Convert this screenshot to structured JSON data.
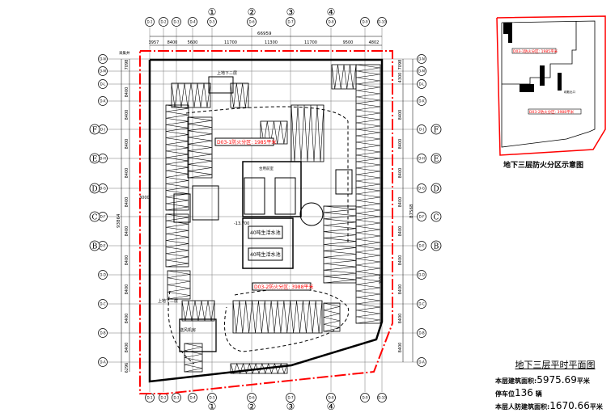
{
  "plan": {
    "grid_numbers": [
      "①",
      "②",
      "③",
      "④"
    ],
    "top_axes": [
      "D-1",
      "D-2",
      "D-3",
      "D-4",
      "D-5",
      "D-6",
      "D-7",
      "D-8",
      "D-9",
      "D-10"
    ],
    "left_axes": [
      "D-N",
      "D-M",
      "D-L",
      "D-K",
      "D-J",
      "D-H",
      "D-G",
      "D-F",
      "D-E",
      "D-D",
      "D-C",
      "D-B",
      "D-A"
    ],
    "row_letters": [
      "F",
      "E",
      "D",
      "C",
      "B"
    ],
    "overall_width": "66959",
    "top_dims": [
      "3957",
      "8400",
      "5600",
      "11700",
      "11300",
      "11700",
      "9500",
      "4802"
    ],
    "left_dims": [
      "7098",
      "8400",
      "8400",
      "8400",
      "8400",
      "8400",
      "8400",
      "8400",
      "8400",
      "8400",
      "8400",
      "6296"
    ],
    "left_total": "93864",
    "right_dims": [
      "7098",
      "4300",
      "8400",
      "8400",
      "8400",
      "8400",
      "8400",
      "8400",
      "8400",
      "8400",
      "8400"
    ],
    "right_total": "87568",
    "zone1_label": "D03-1防火分区: 1985平米",
    "zone2_label": "D03-2防火分区: 3988平米",
    "ramp_label_top": "上地下二层",
    "ramp_label_bottom": "上地下二层",
    "elevation": "-13.700",
    "equipment_room_1": "40吨生活水池",
    "equipment_room_2": "40吨生活水池",
    "lobby_label": "合用前室",
    "fan_room": "送风机房",
    "dim_3000_left": "3000",
    "dim_3000_right": "3000",
    "side_note": "采集井"
  },
  "inset": {
    "caption": "地下三层防火分区示意图",
    "zone1_label": "D03-1防火分区: 1985平米",
    "zone2_label": "D03-2防火分区: 3988平米",
    "exit_label": "疏散出口"
  },
  "title_block": {
    "title": "地下三层平时平面图",
    "area_label": "本层建筑面积:",
    "area_value": "5975.69",
    "area_unit": "平米",
    "parking_label": "停车位",
    "parking_value": "136",
    "parking_unit": "辆",
    "civil_defense_label": "本层人防建筑面积:",
    "civil_defense_value": "1670.66",
    "civil_defense_unit": "平米"
  },
  "colors": {
    "line": "#000000",
    "fire_zone": "#ff0000"
  }
}
